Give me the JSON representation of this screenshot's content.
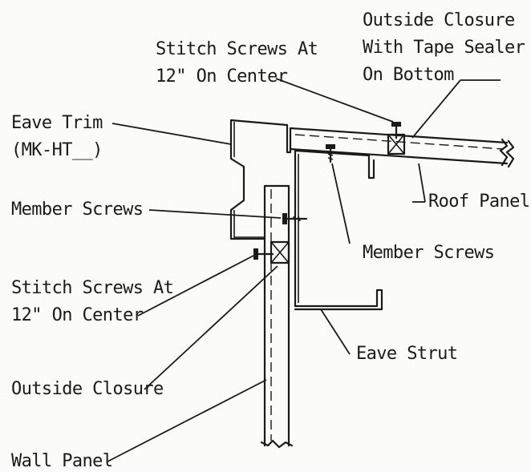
{
  "labels": {
    "outside_closure_top_1": "Outside Closure",
    "outside_closure_top_2": "With Tape Sealer",
    "outside_closure_top_3": "On Bottom",
    "stitch_screws_top_1": "Stitch Screws At",
    "stitch_screws_top_2": "12\" On Center",
    "eave_trim_1": "Eave Trim",
    "eave_trim_2": "(MK-HT__)",
    "member_screws_left": "Member Screws",
    "roof_panel": "Roof Panel",
    "member_screws_right": "Member Screws",
    "stitch_screws_bottom_1": "Stitch Screws At",
    "stitch_screws_bottom_2": "12\" On Center",
    "eave_strut": "Eave Strut",
    "outside_closure_bottom": "Outside Closure",
    "wall_panel": "Wall Panel"
  }
}
